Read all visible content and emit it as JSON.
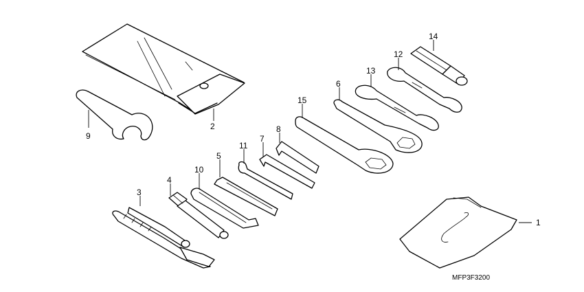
{
  "callouts": {
    "c1": "1",
    "c2": "2",
    "c3": "3",
    "c4": "4",
    "c5": "5",
    "c6": "6",
    "c7": "7",
    "c8": "8",
    "c9": "9",
    "c10": "10",
    "c11": "11",
    "c12": "12",
    "c13": "13",
    "c14": "14",
    "c15": "15"
  },
  "diagram_code": "MFP3F3200",
  "colors": {
    "line": "#000000",
    "background": "#ffffff"
  }
}
